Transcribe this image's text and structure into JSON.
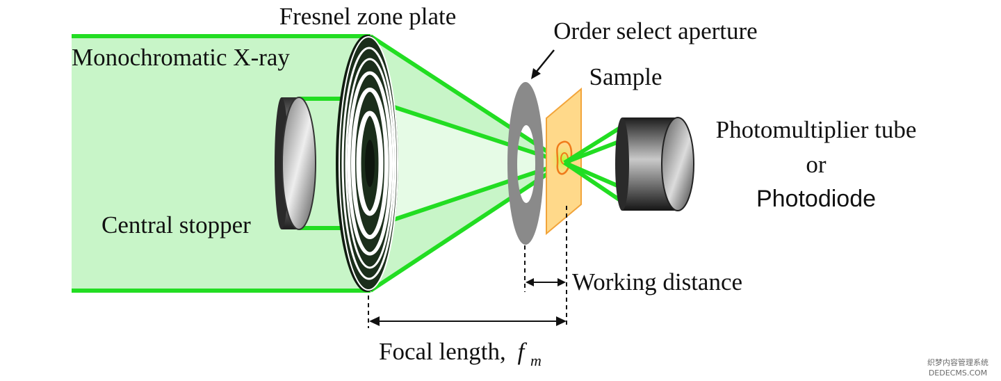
{
  "labels": {
    "fresnel_zone_plate": "Fresnel zone plate",
    "monochromatic_xray": "Monochromatic X-ray",
    "order_select_aperture": "Order select aperture",
    "sample": "Sample",
    "photomultiplier_line1": "Photomultiplier tube",
    "photomultiplier_line2": "or",
    "photomultiplier_line3": "Photodiode",
    "central_stopper": "Central stopper",
    "working_distance": "Working distance",
    "focal_length": "Focal length,",
    "focal_symbol": "f",
    "focal_subscript": "m"
  },
  "watermark": {
    "line1": "织梦内容管理系统",
    "line2": "DEDECMS.COM"
  },
  "colors": {
    "beam_fill": "#c8f5c8",
    "beam_line": "#22dd22",
    "aperture": "#8a8a8a",
    "sample_fill": "#ffd98a",
    "sample_edge": "#f2a43a",
    "sample_feature": "#f07a1a",
    "zone_plate_dark": "#1b2e1b",
    "detector_dark": "#2a2a2a"
  }
}
